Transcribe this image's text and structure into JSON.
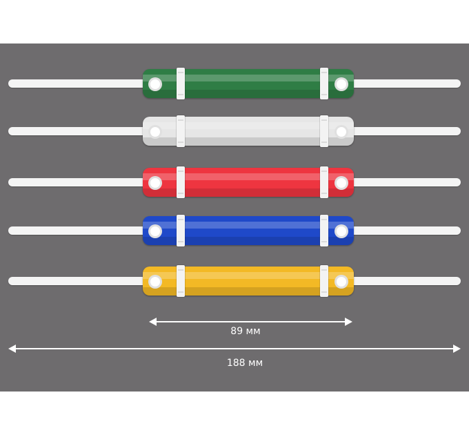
{
  "fasteners": [
    {
      "color_name": "green",
      "color": "#2f7d45"
    },
    {
      "color_name": "white",
      "color": "#e6e6e6"
    },
    {
      "color_name": "red",
      "color": "#ee3540"
    },
    {
      "color_name": "blue",
      "color": "#1f49c9"
    },
    {
      "color_name": "yellow",
      "color": "#f3b925"
    }
  ],
  "dimensions": {
    "short": {
      "label": "89 мм"
    },
    "long": {
      "label": "188 мм"
    }
  },
  "colors": {
    "background": "#6e6c6e",
    "pin": "#f4f4f4",
    "annotation": "#ffffff"
  }
}
